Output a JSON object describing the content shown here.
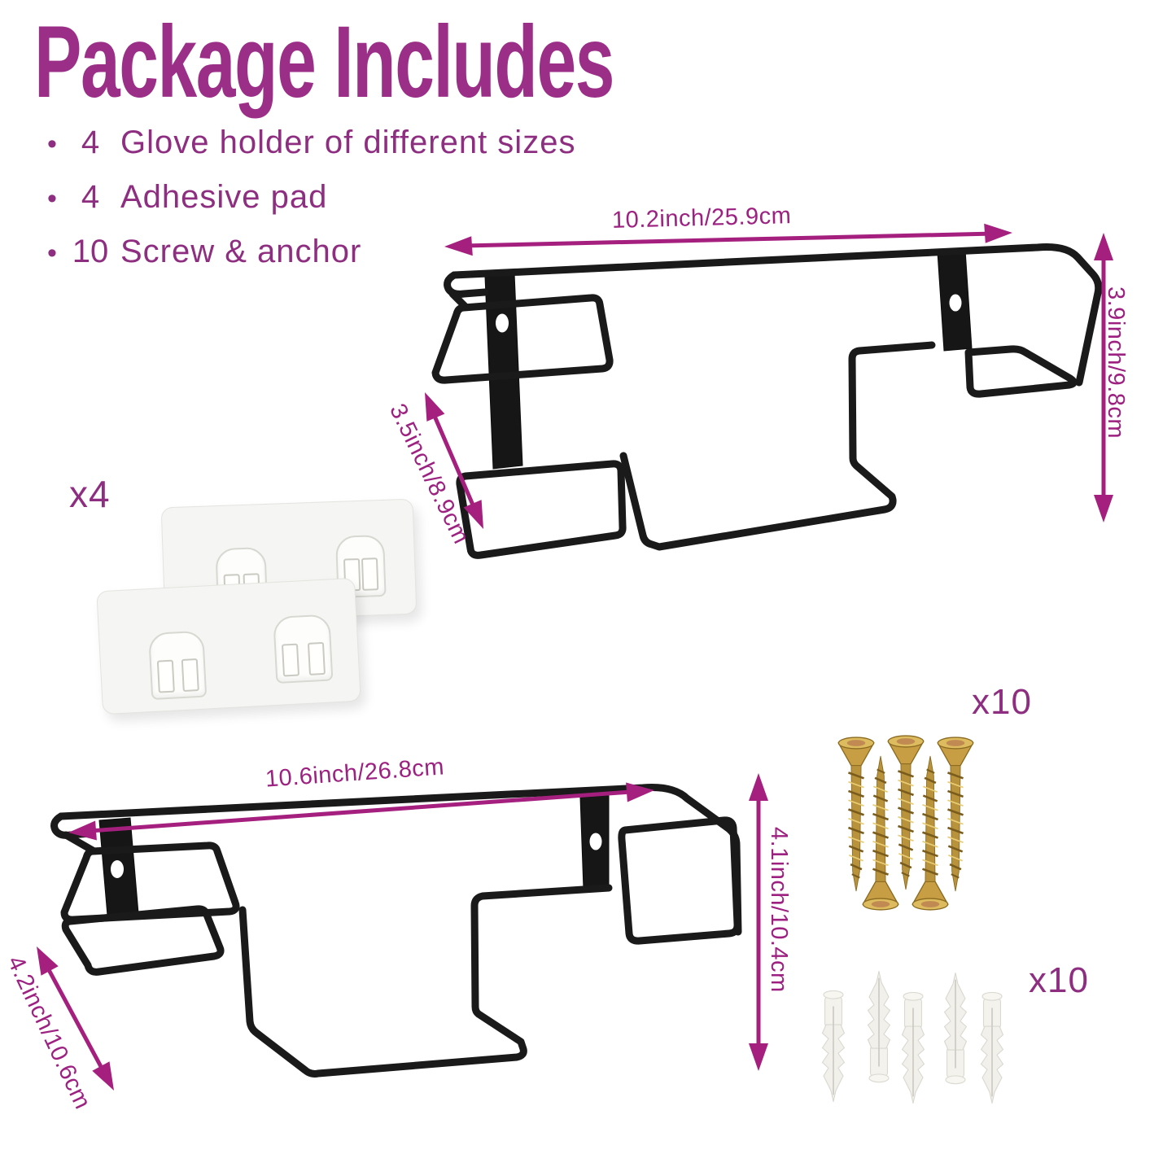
{
  "title": {
    "text": "Package Includes"
  },
  "package_list": {
    "items": [
      {
        "bullet": "•",
        "count": "4",
        "label": "Glove holder of different sizes"
      },
      {
        "bullet": "•",
        "count": "4",
        "label": "Adhesive pad"
      },
      {
        "bullet": "•",
        "count": "10",
        "label": "Screw & anchor"
      }
    ]
  },
  "top_rack": {
    "name": "glove holder wire rack",
    "width_label": "10.2inch/25.9cm",
    "height_label": "3.9inch/9.8cm",
    "depth_label": "3.5inch/8.9cm"
  },
  "bottom_rack": {
    "name": "glove holder wire rack",
    "width_label": "10.6inch/26.8cm",
    "height_label": "4.1inch/10.4cm",
    "depth_label": "4.2inch/10.6cm"
  },
  "adhesive_pads": {
    "count_label": "x4"
  },
  "screws": {
    "count_label": "x10"
  },
  "anchors": {
    "count_label": "x10"
  },
  "colors": {
    "background": "#FFFFFF",
    "title": "#9B2F88",
    "list_text": "#8E2E80",
    "dimension": "#A5207E",
    "rack_wire": "#1A1A1A",
    "screw_gold": "#C79E44",
    "anchor_body": "#F3F2EC",
    "pad_body": "#F5F5F3"
  }
}
